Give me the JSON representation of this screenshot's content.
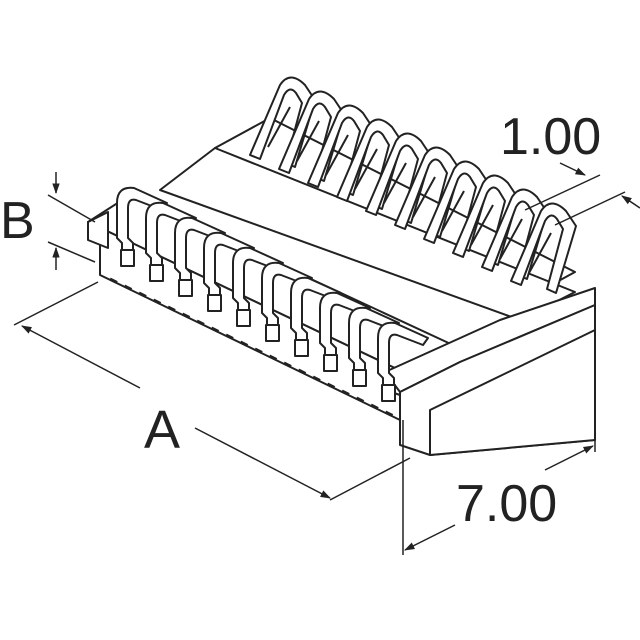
{
  "dimensions": {
    "pitch": "1.00",
    "depth": "7.00",
    "length_label": "A",
    "height_label": "B"
  },
  "pin_count": 10,
  "colors": {
    "line": "#222222",
    "fill": "#ffffff"
  }
}
